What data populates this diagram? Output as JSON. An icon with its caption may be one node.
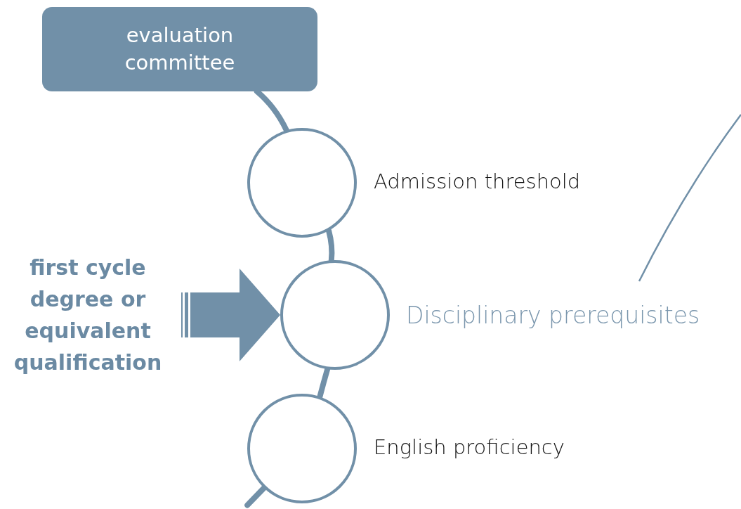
{
  "diagram": {
    "nodes": [
      {
        "text": [
          "evaluation committee"
        ]
      },
      {
        "text": [],
        "shape": "circle",
        "beside": [
          "Admission threshold"
        ]
      },
      {
        "text": [],
        "shape": "circle",
        "beside": [
          "Disciplinary prerequisites"
        ]
      },
      {
        "text": [],
        "shape": "circle",
        "beside": [
          "English proficiency"
        ]
      },
      {
        "text": [
          "first cycle degree or equivalent qualification"
        ]
      }
    ],
    "edges": [
      {
        "from": 0,
        "to": 1,
        "arrow": "none"
      },
      {
        "from": 1,
        "to": 2,
        "arrow": "none"
      },
      {
        "from": 2,
        "to": 3,
        "arrow": "none"
      },
      {
        "from": 3,
        "to": null,
        "arrow": "none"
      },
      {
        "from": 4,
        "to": 2,
        "arrow": "to",
        "style": "thick"
      }
    ]
  }
}
